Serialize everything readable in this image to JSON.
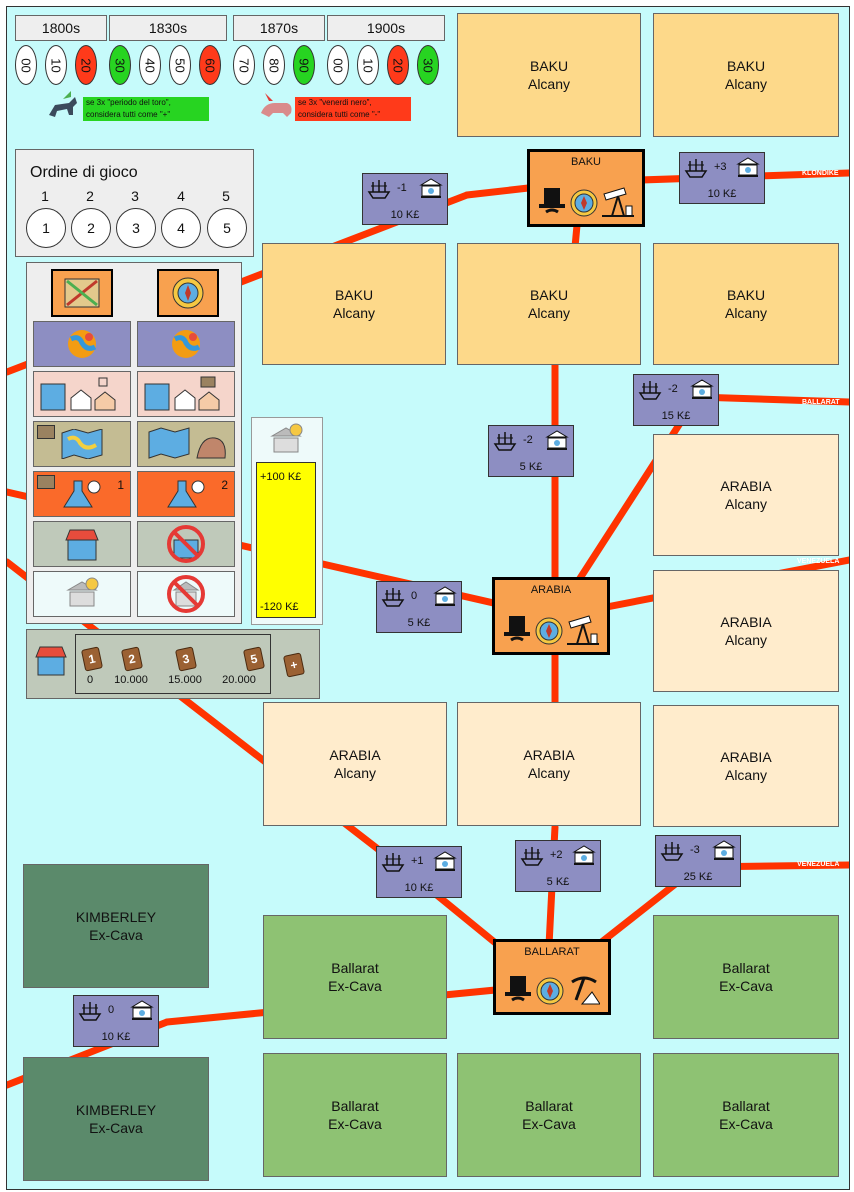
{
  "eras": [
    {
      "label": "1800s",
      "values": [
        "00",
        "10",
        "20"
      ],
      "states": [
        "white",
        "white",
        "red"
      ]
    },
    {
      "label": "1830s",
      "values": [
        "30",
        "40",
        "50",
        "60"
      ],
      "states": [
        "green",
        "white",
        "white",
        "red"
      ]
    },
    {
      "label": "1870s",
      "values": [
        "70",
        "80",
        "90"
      ],
      "states": [
        "white",
        "white",
        "green"
      ]
    },
    {
      "label": "1900s",
      "values": [
        "00",
        "10",
        "20",
        "30"
      ],
      "states": [
        "white",
        "white",
        "red",
        "green"
      ]
    }
  ],
  "notes": {
    "bull": "se 3x \"periodo del toro\", considera tutti come \"+\"",
    "bear": "se 3x \"venerdi nero\", considera tutti come \"-\"",
    "bull_color": "#27d421",
    "bear_color": "#ff3a1a"
  },
  "turn_order": {
    "title": "Ordine di gioco",
    "positions": [
      "1",
      "2",
      "3",
      "4",
      "5"
    ],
    "players": [
      "1",
      "2",
      "3",
      "4",
      "5"
    ]
  },
  "tiles": {
    "baku": [
      {
        "name": "BAKU",
        "sub": "Alcany"
      },
      {
        "name": "BAKU",
        "sub": "Alcany"
      },
      {
        "name": "BAKU",
        "sub": "Alcany"
      },
      {
        "name": "BAKU",
        "sub": "Alcany"
      },
      {
        "name": "BAKU",
        "sub": "Alcany"
      }
    ],
    "arabia": [
      {
        "name": "ARABIA",
        "sub": "Alcany"
      },
      {
        "name": "ARABIA",
        "sub": "Alcany"
      },
      {
        "name": "ARABIA",
        "sub": "Alcany"
      },
      {
        "name": "ARABIA",
        "sub": "Alcany"
      },
      {
        "name": "ARABIA",
        "sub": "Alcany"
      }
    ],
    "ballarat": [
      {
        "name": "Ballarat",
        "sub": "Ex-Cava"
      },
      {
        "name": "Ballarat",
        "sub": "Ex-Cava"
      },
      {
        "name": "Ballarat",
        "sub": "Ex-Cava"
      },
      {
        "name": "Ballarat",
        "sub": "Ex-Cava"
      },
      {
        "name": "Ballarat",
        "sub": "Ex-Cava"
      }
    ],
    "kimberley": [
      {
        "name": "KIMBERLEY",
        "sub": "Ex-Cava"
      },
      {
        "name": "KIMBERLEY",
        "sub": "Ex-Cava"
      }
    ]
  },
  "cities": {
    "baku": "BAKU",
    "arabia": "ARABIA",
    "ballarat": "BALLARAT"
  },
  "trade_routes": [
    {
      "delta": "-1",
      "price": "10 K£"
    },
    {
      "delta": "+3",
      "price": "10 K£"
    },
    {
      "delta": "-2",
      "price": "15 K£"
    },
    {
      "delta": "-2",
      "price": "5 K£"
    },
    {
      "delta": "0",
      "price": "5 K£"
    },
    {
      "delta": "+1",
      "price": "10 K£"
    },
    {
      "delta": "+2",
      "price": "5 K£"
    },
    {
      "delta": "-3",
      "price": "25 K£"
    },
    {
      "delta": "0",
      "price": "10 K£"
    }
  ],
  "destinations": {
    "klondike": "KLONDIKE",
    "ballarat": "BALLARAT",
    "venezuela_1": "VENEZUELA",
    "venezuela_2": "VENEZUELA"
  },
  "actions": {
    "lab_1": "1",
    "lab_2": "2"
  },
  "bank_gauge": {
    "top": "+100 K£",
    "bottom": "-120 K£"
  },
  "shop": {
    "cards": [
      "1",
      "2",
      "3",
      "5"
    ],
    "values": [
      "0",
      "10.000",
      "15.000",
      "20.000"
    ],
    "plus": "+"
  },
  "colors": {
    "route": "#ff3300",
    "board": "#c6fbfb",
    "trade_box": "#8d8ec2",
    "city": "#f8a14f"
  }
}
